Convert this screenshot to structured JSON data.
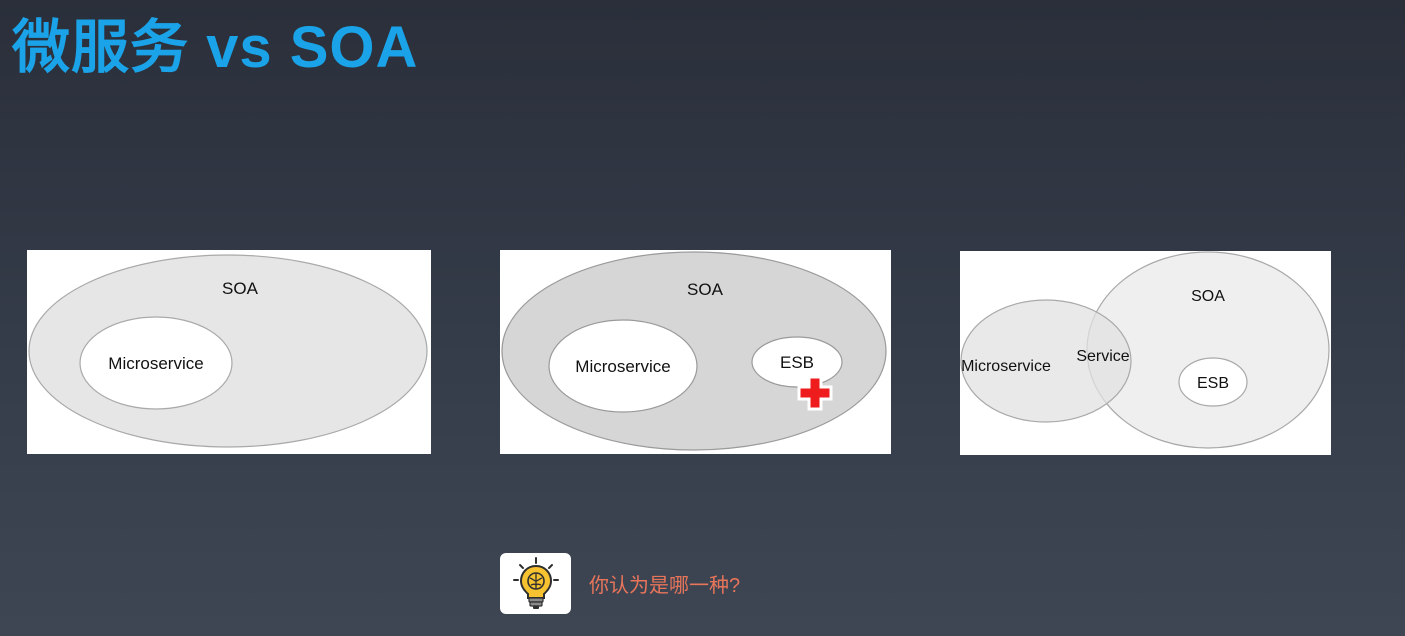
{
  "title": {
    "text": "微服务 vs SOA",
    "color": "#1aa3e8"
  },
  "diagrams": [
    {
      "soa_label": "SOA",
      "microservice_label": "Microservice"
    },
    {
      "soa_label": "SOA",
      "microservice_label": "Microservice",
      "esb_label": "ESB",
      "overlay_icon": "red-cross-icon"
    },
    {
      "soa_label": "SOA",
      "microservice_label": "Microservice",
      "service_label": "Service",
      "esb_label": "ESB"
    }
  ],
  "question": {
    "icon": "lightbulb-icon",
    "text": "你认为是哪一种?",
    "color": "#e8755a"
  }
}
